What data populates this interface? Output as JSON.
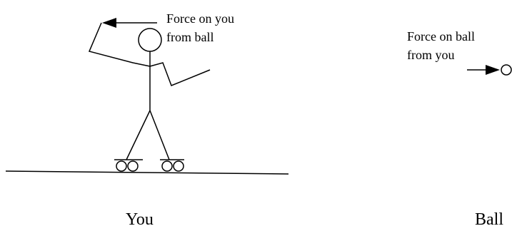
{
  "labels": {
    "force_on_you_line1": "Force on you",
    "force_on_you_line2": "from ball",
    "force_on_ball_line1": "Force on ball",
    "force_on_ball_line2": "from you",
    "you": "You",
    "ball": "Ball"
  },
  "colors": {
    "ink": "#000000",
    "background": "#ffffff"
  },
  "icons": {
    "force_on_you": "arrow-left-icon",
    "force_on_ball": "arrow-right-icon"
  }
}
